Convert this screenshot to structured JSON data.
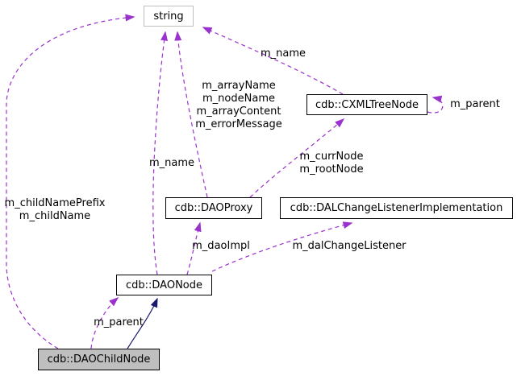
{
  "diagram_type": "class-collaboration-diagram",
  "colors": {
    "edge_purple": "#9a32cd",
    "edge_navy": "#191970",
    "box_border": "#000000",
    "external_border": "#c0c0c0",
    "highlight_fill": "#bfbfbf",
    "box_fill": "#ffffff",
    "page_bg": "#ffffff",
    "text_color": "#000000"
  },
  "nodes": {
    "string": {
      "label": "string"
    },
    "cxmltreenode": {
      "label": "cdb::CXMLTreeNode"
    },
    "daoproxy": {
      "label": "cdb::DAOProxy"
    },
    "dalchangelistener": {
      "label": "cdb::DALChangeListenerImplementation"
    },
    "daonode": {
      "label": "cdb::DAONode"
    },
    "daochildnode": {
      "label": "cdb::DAOChildNode"
    }
  },
  "edge_labels": {
    "cxml_to_string": "m_name",
    "cxml_self": "m_parent",
    "proxy_to_string": "m_arrayName\nm_nodeName\nm_arrayContent\nm_errorMessage",
    "proxy_to_cxml": "m_currNode\nm_rootNode",
    "daonode_to_string": "m_name",
    "child_to_string": "m_childNamePrefix\nm_childName",
    "daonode_to_proxy": "m_daoImpl",
    "daonode_to_dal": "m_dalChangeListener",
    "child_to_daonode": "m_parent"
  }
}
